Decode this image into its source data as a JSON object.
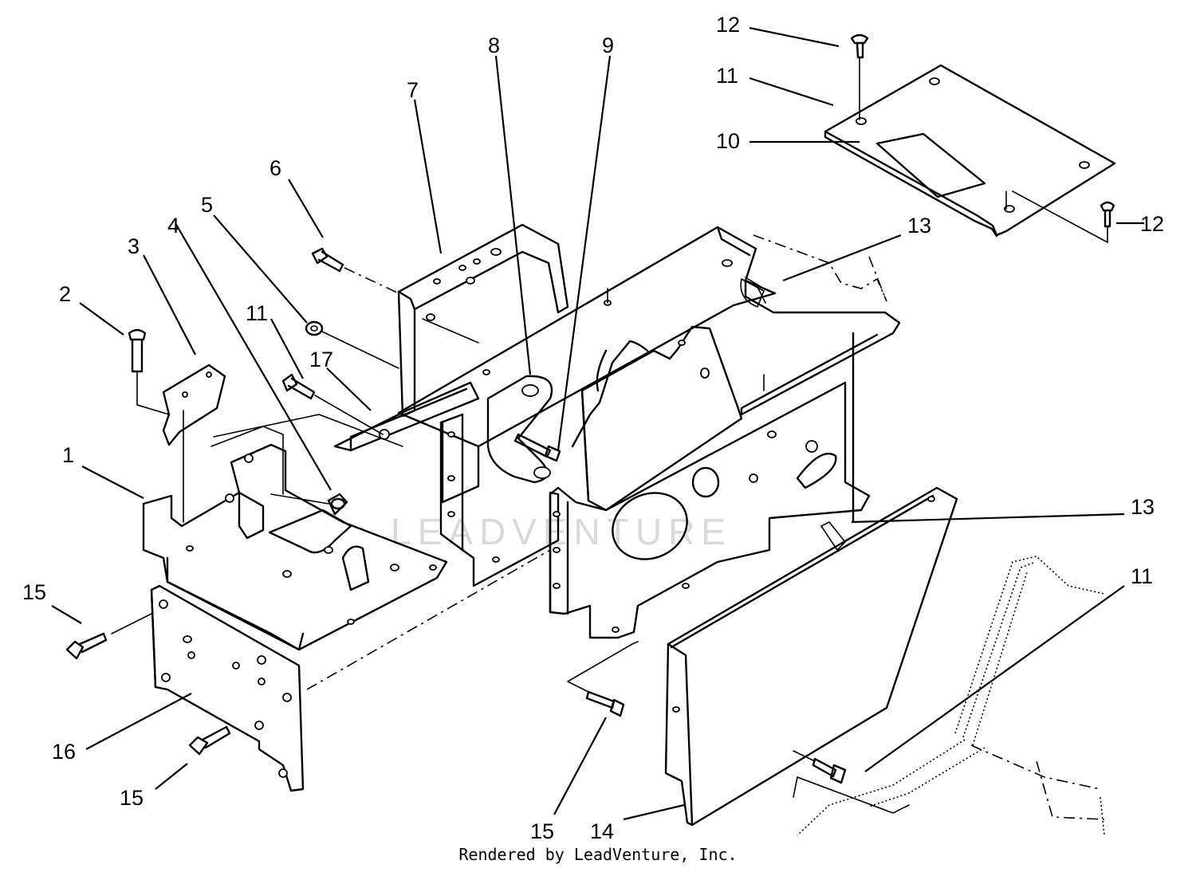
{
  "watermark": "LEADVENTURE",
  "footer": "Rendered by LeadVenture, Inc.",
  "callouts": [
    {
      "id": "c1",
      "label": "1"
    },
    {
      "id": "c2",
      "label": "2"
    },
    {
      "id": "c3",
      "label": "3"
    },
    {
      "id": "c4",
      "label": "4"
    },
    {
      "id": "c5",
      "label": "5"
    },
    {
      "id": "c6",
      "label": "6"
    },
    {
      "id": "c7",
      "label": "7"
    },
    {
      "id": "c8",
      "label": "8"
    },
    {
      "id": "c9",
      "label": "9"
    },
    {
      "id": "c10",
      "label": "10"
    },
    {
      "id": "c11a",
      "label": "11"
    },
    {
      "id": "c11b",
      "label": "11"
    },
    {
      "id": "c11c",
      "label": "11"
    },
    {
      "id": "c12a",
      "label": "12"
    },
    {
      "id": "c12b",
      "label": "12"
    },
    {
      "id": "c13a",
      "label": "13"
    },
    {
      "id": "c13b",
      "label": "13"
    },
    {
      "id": "c14",
      "label": "14"
    },
    {
      "id": "c15a",
      "label": "15"
    },
    {
      "id": "c15b",
      "label": "15"
    },
    {
      "id": "c15c",
      "label": "15"
    },
    {
      "id": "c16",
      "label": "16"
    },
    {
      "id": "c17",
      "label": "17"
    }
  ]
}
